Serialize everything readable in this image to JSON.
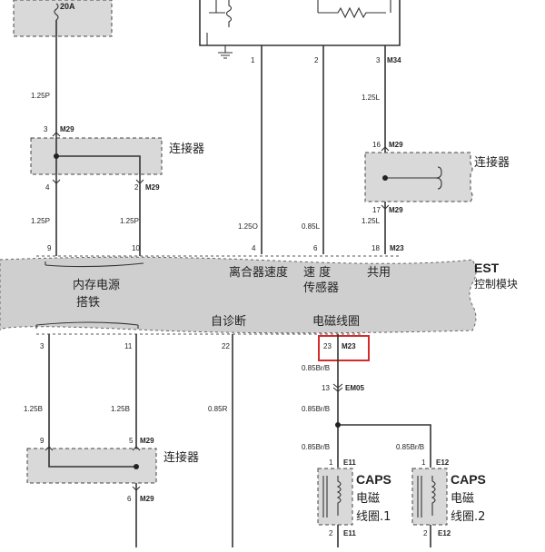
{
  "fuse": {
    "rating": "20A"
  },
  "top_module": {
    "pins": [
      "1",
      "2",
      "3"
    ],
    "connector": "M34"
  },
  "wires": {
    "top_left": "1.25P",
    "right_upper": "1.25L",
    "left_a": "1.25P",
    "left_b": "1.25P",
    "w_1250": "1.25O",
    "w_085l": "0.85L",
    "right_lower": "1.25L",
    "lower_left_a": "1.25B",
    "lower_left_b": "1.25B",
    "lower_mid": "0.85R",
    "sol_1": "0.85Br/B",
    "sol_2": "0.85Br/B",
    "caps1_wire": "0.85Br/B",
    "caps2_wire": "0.85Br/B"
  },
  "connectors": {
    "top_left": {
      "label": "连接器",
      "pin_in": "3",
      "code_in": "M29",
      "pin_out_a": "4",
      "pin_out_b": "2",
      "code_out": "M29"
    },
    "right": {
      "label": "连接器",
      "pin_in": "16",
      "code_in": "M29",
      "pin_out": "17",
      "code_out": "M29"
    },
    "lower_left": {
      "label": "连接器",
      "pin_a": "9",
      "pin_b": "5",
      "code": "M29",
      "pin_out": "6",
      "code_out": "M29"
    }
  },
  "est": {
    "title": "EST",
    "subtitle": "控制模块",
    "top_pins": [
      "9",
      "10",
      "4",
      "6",
      "18"
    ],
    "top_code": "M23",
    "labels": {
      "memory_line1": "内存电源",
      "memory_line2": "搭铁",
      "clutch": "离合器速度",
      "speed_line1": "速  度",
      "speed_line2": "传感器",
      "common": "共用",
      "diag": "自诊断",
      "solenoid": "电磁线圈"
    },
    "bottom_pins": [
      "3",
      "11",
      "22",
      "23"
    ],
    "bottom_code": "M23"
  },
  "em05": {
    "pin": "13",
    "code": "EM05"
  },
  "caps1": {
    "pin_top": "1",
    "code_top": "E11",
    "title": "CAPS",
    "line1": "电磁",
    "line2": "线圈.1",
    "pin_bot": "2",
    "code_bot": "E11"
  },
  "caps2": {
    "pin_top": "1",
    "code_top": "E12",
    "title": "CAPS",
    "line1": "电磁",
    "line2": "线圈.2",
    "pin_bot": "2",
    "code_bot": "E12"
  },
  "colors": {
    "highlight": "#d42a2a",
    "band": "#cfcfcf",
    "wire": "#333333"
  }
}
